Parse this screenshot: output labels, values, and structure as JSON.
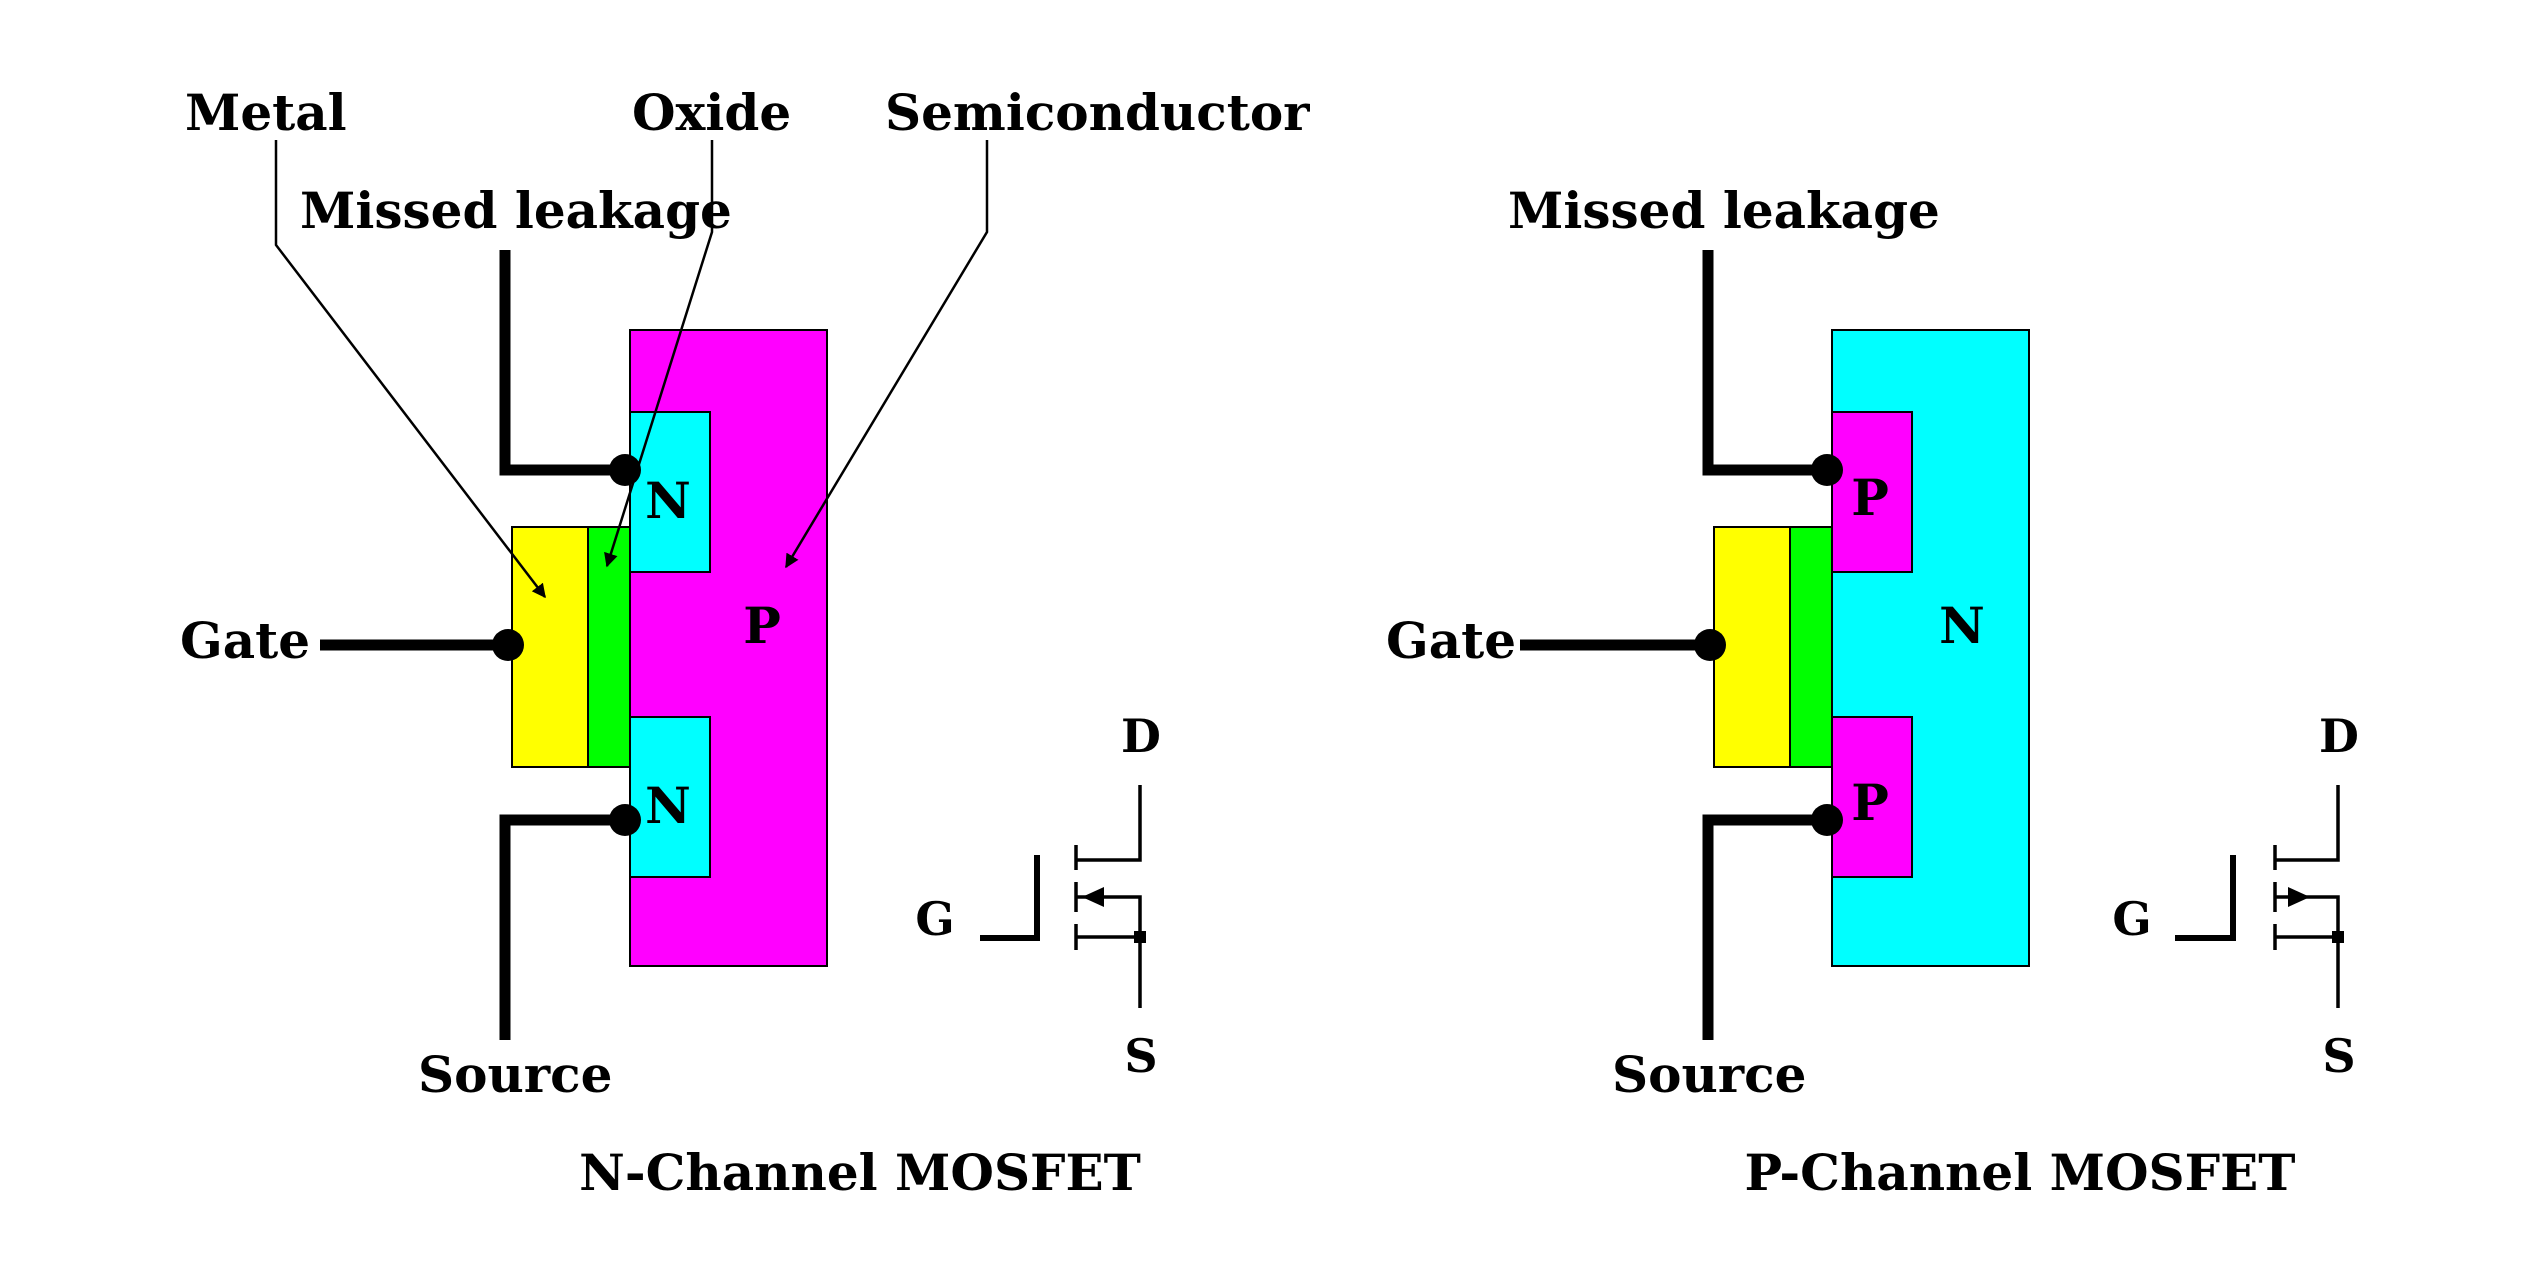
{
  "colors": {
    "metal": "#ffff00",
    "oxide": "#00ff00",
    "p_region": "#ff00ff",
    "n_region": "#00ffff"
  },
  "n_channel": {
    "caption": "N-Channel MOSFET",
    "label_metal": "Metal",
    "label_oxide": "Oxide",
    "label_semiconductor": "Semiconductor",
    "label_missed_leakage": "Missed leakage",
    "label_gate": "Gate",
    "label_source": "Source",
    "substrate_letter": "P",
    "top_well_letter": "N",
    "bottom_well_letter": "N",
    "symbol": {
      "d": "D",
      "g": "G",
      "s": "S"
    }
  },
  "p_channel": {
    "caption": "P-Channel MOSFET",
    "label_missed_leakage": "Missed leakage",
    "label_gate": "Gate",
    "label_source": "Source",
    "substrate_letter": "N",
    "top_well_letter": "P",
    "bottom_well_letter": "P",
    "symbol": {
      "d": "D",
      "g": "G",
      "s": "S"
    }
  }
}
